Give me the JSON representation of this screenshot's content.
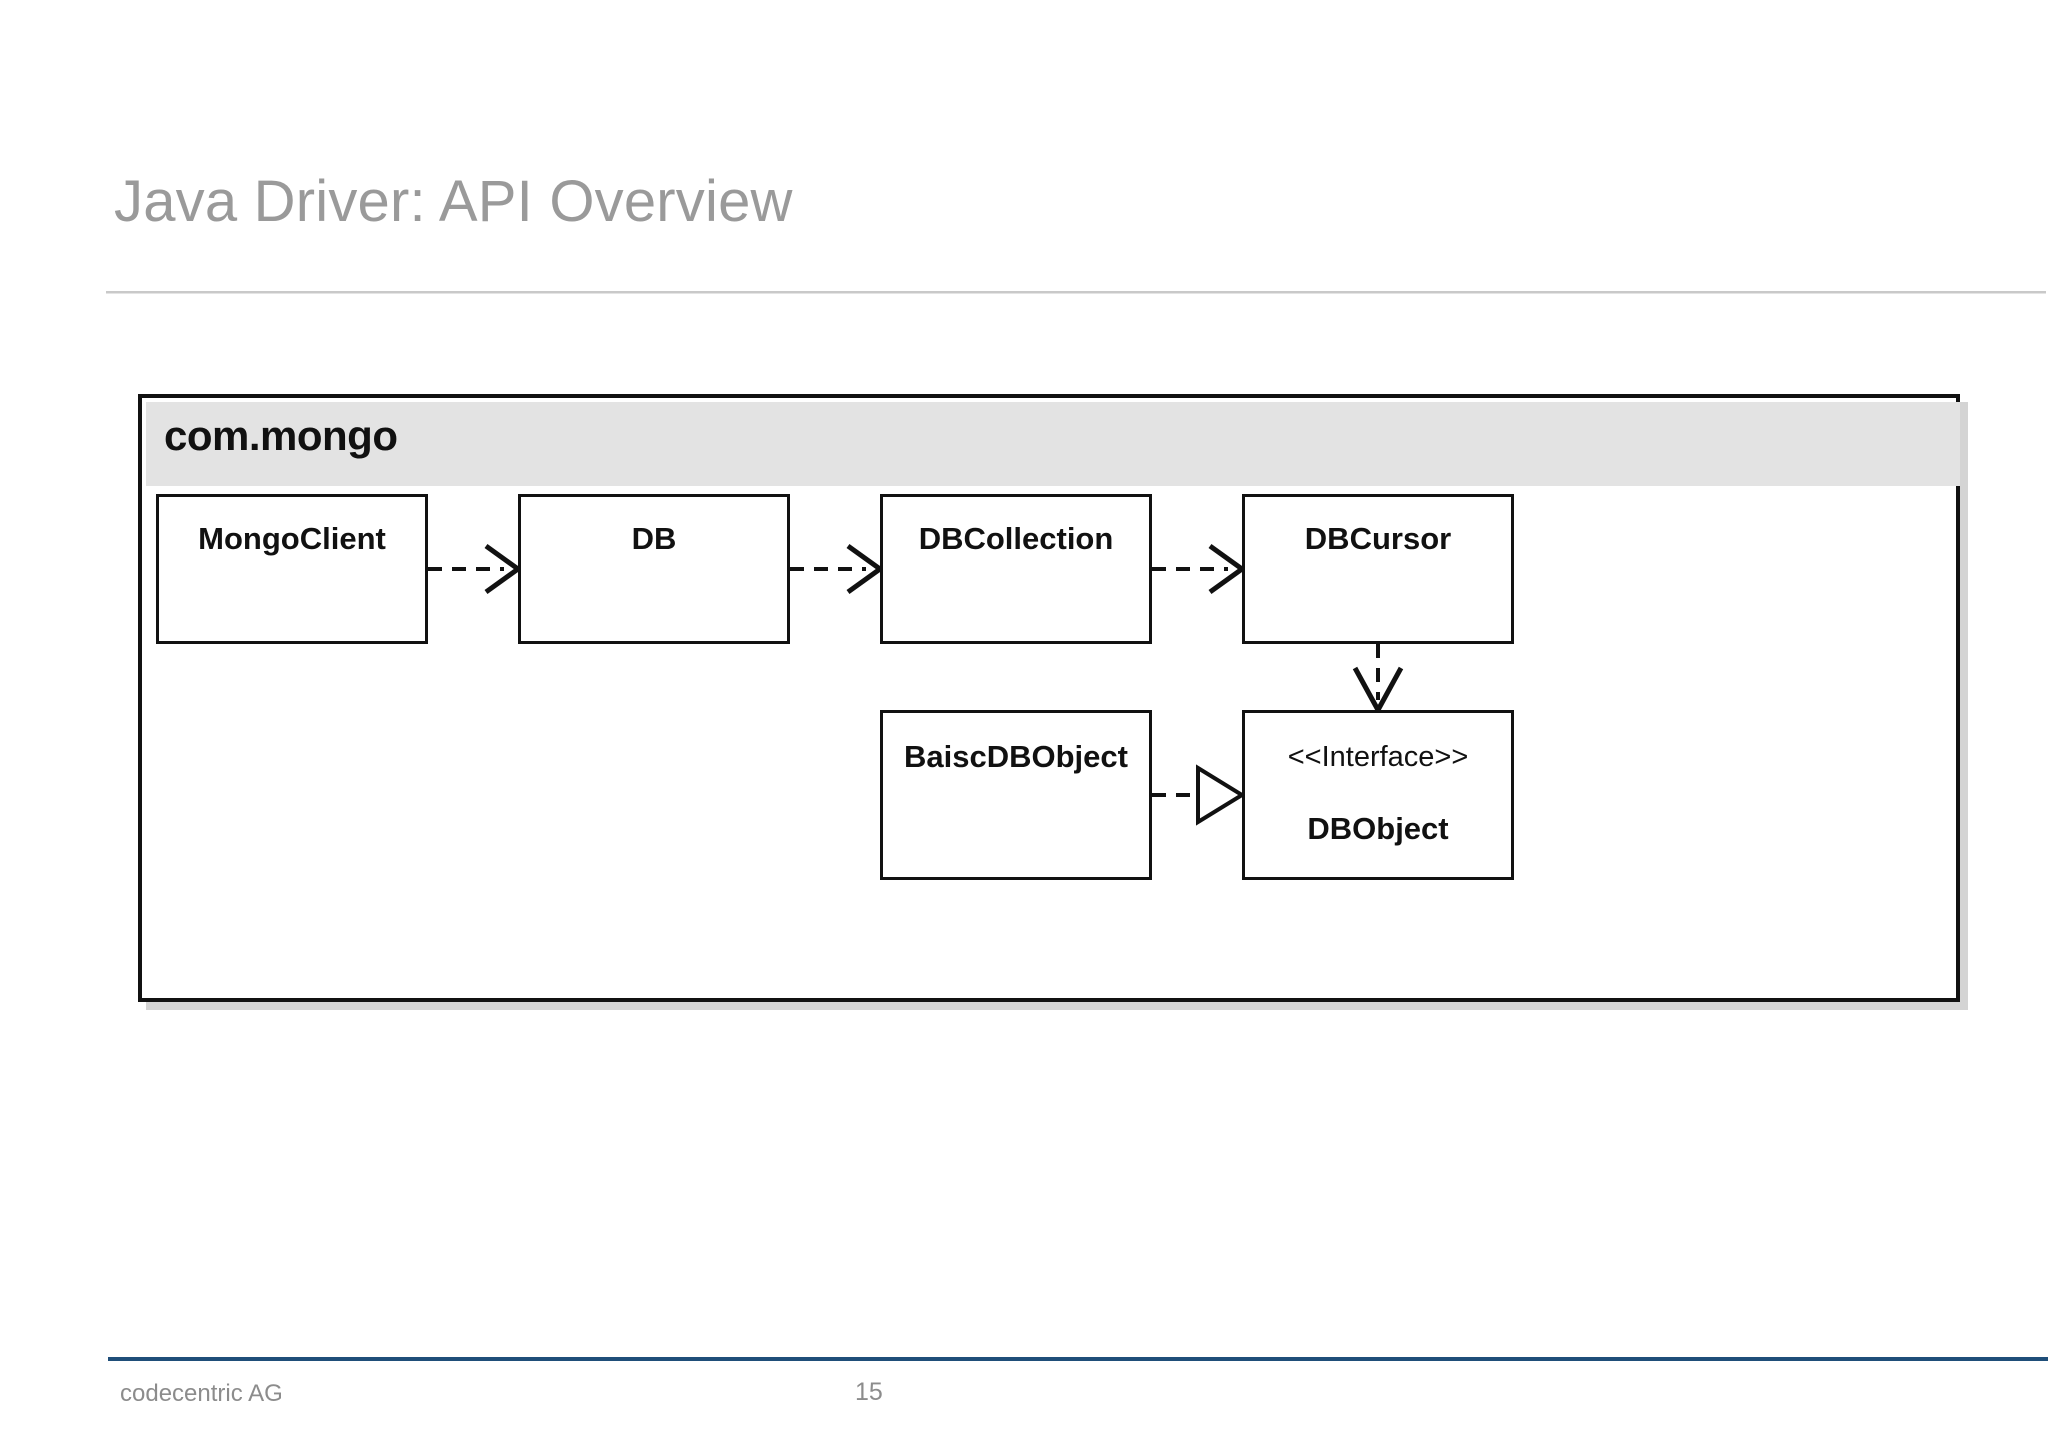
{
  "slide": {
    "title": "Java Driver: API Overview"
  },
  "diagram": {
    "package_name": "com.mongo",
    "classes": [
      {
        "id": "mongoclient",
        "name": "MongoClient",
        "stereotype": ""
      },
      {
        "id": "db",
        "name": "DB",
        "stereotype": ""
      },
      {
        "id": "dbcollection",
        "name": "DBCollection",
        "stereotype": ""
      },
      {
        "id": "dbcursor",
        "name": "DBCursor",
        "stereotype": ""
      },
      {
        "id": "baiscdbobject",
        "name": "BaiscDBObject",
        "stereotype": ""
      },
      {
        "id": "dbobject",
        "name": "DBObject",
        "stereotype": "<<Interface>>"
      }
    ],
    "relations": [
      {
        "from": "MongoClient",
        "to": "DB",
        "kind": "dependency"
      },
      {
        "from": "DB",
        "to": "DBCollection",
        "kind": "dependency"
      },
      {
        "from": "DBCollection",
        "to": "DBCursor",
        "kind": "dependency"
      },
      {
        "from": "DBCursor",
        "to": "DBObject",
        "kind": "dependency"
      },
      {
        "from": "BaiscDBObject",
        "to": "DBObject",
        "kind": "realization"
      }
    ]
  },
  "footer": {
    "company": "codecentric AG",
    "page_number": "15"
  },
  "colors": {
    "title_gray": "#9a9a9a",
    "footer_rule": "#1f4e79",
    "package_header": "#e3e3e3",
    "stroke": "#111111"
  }
}
